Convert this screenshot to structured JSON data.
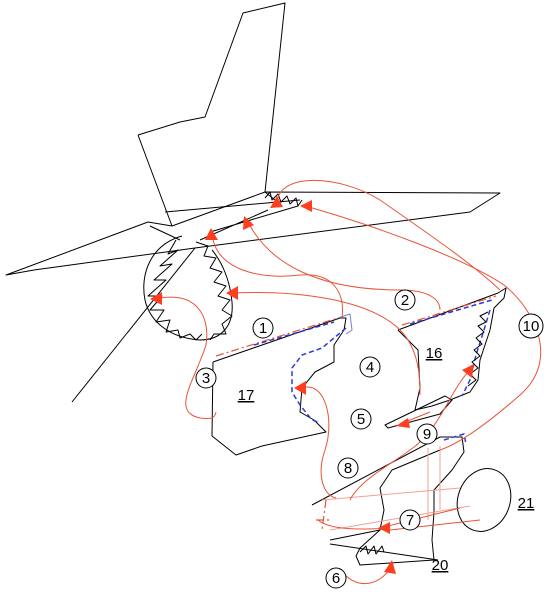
{
  "colors": {
    "outline": "#000000",
    "flow": "#e8543a",
    "arrow": "#ff3d1f",
    "seal": "#2d3bd6"
  },
  "callouts": [
    "1",
    "2",
    "3",
    "4",
    "5",
    "6",
    "7",
    "8",
    "9",
    "10"
  ],
  "parts": {
    "part_16": "16",
    "part_17": "17",
    "part_20": "20",
    "part_21": "21"
  }
}
